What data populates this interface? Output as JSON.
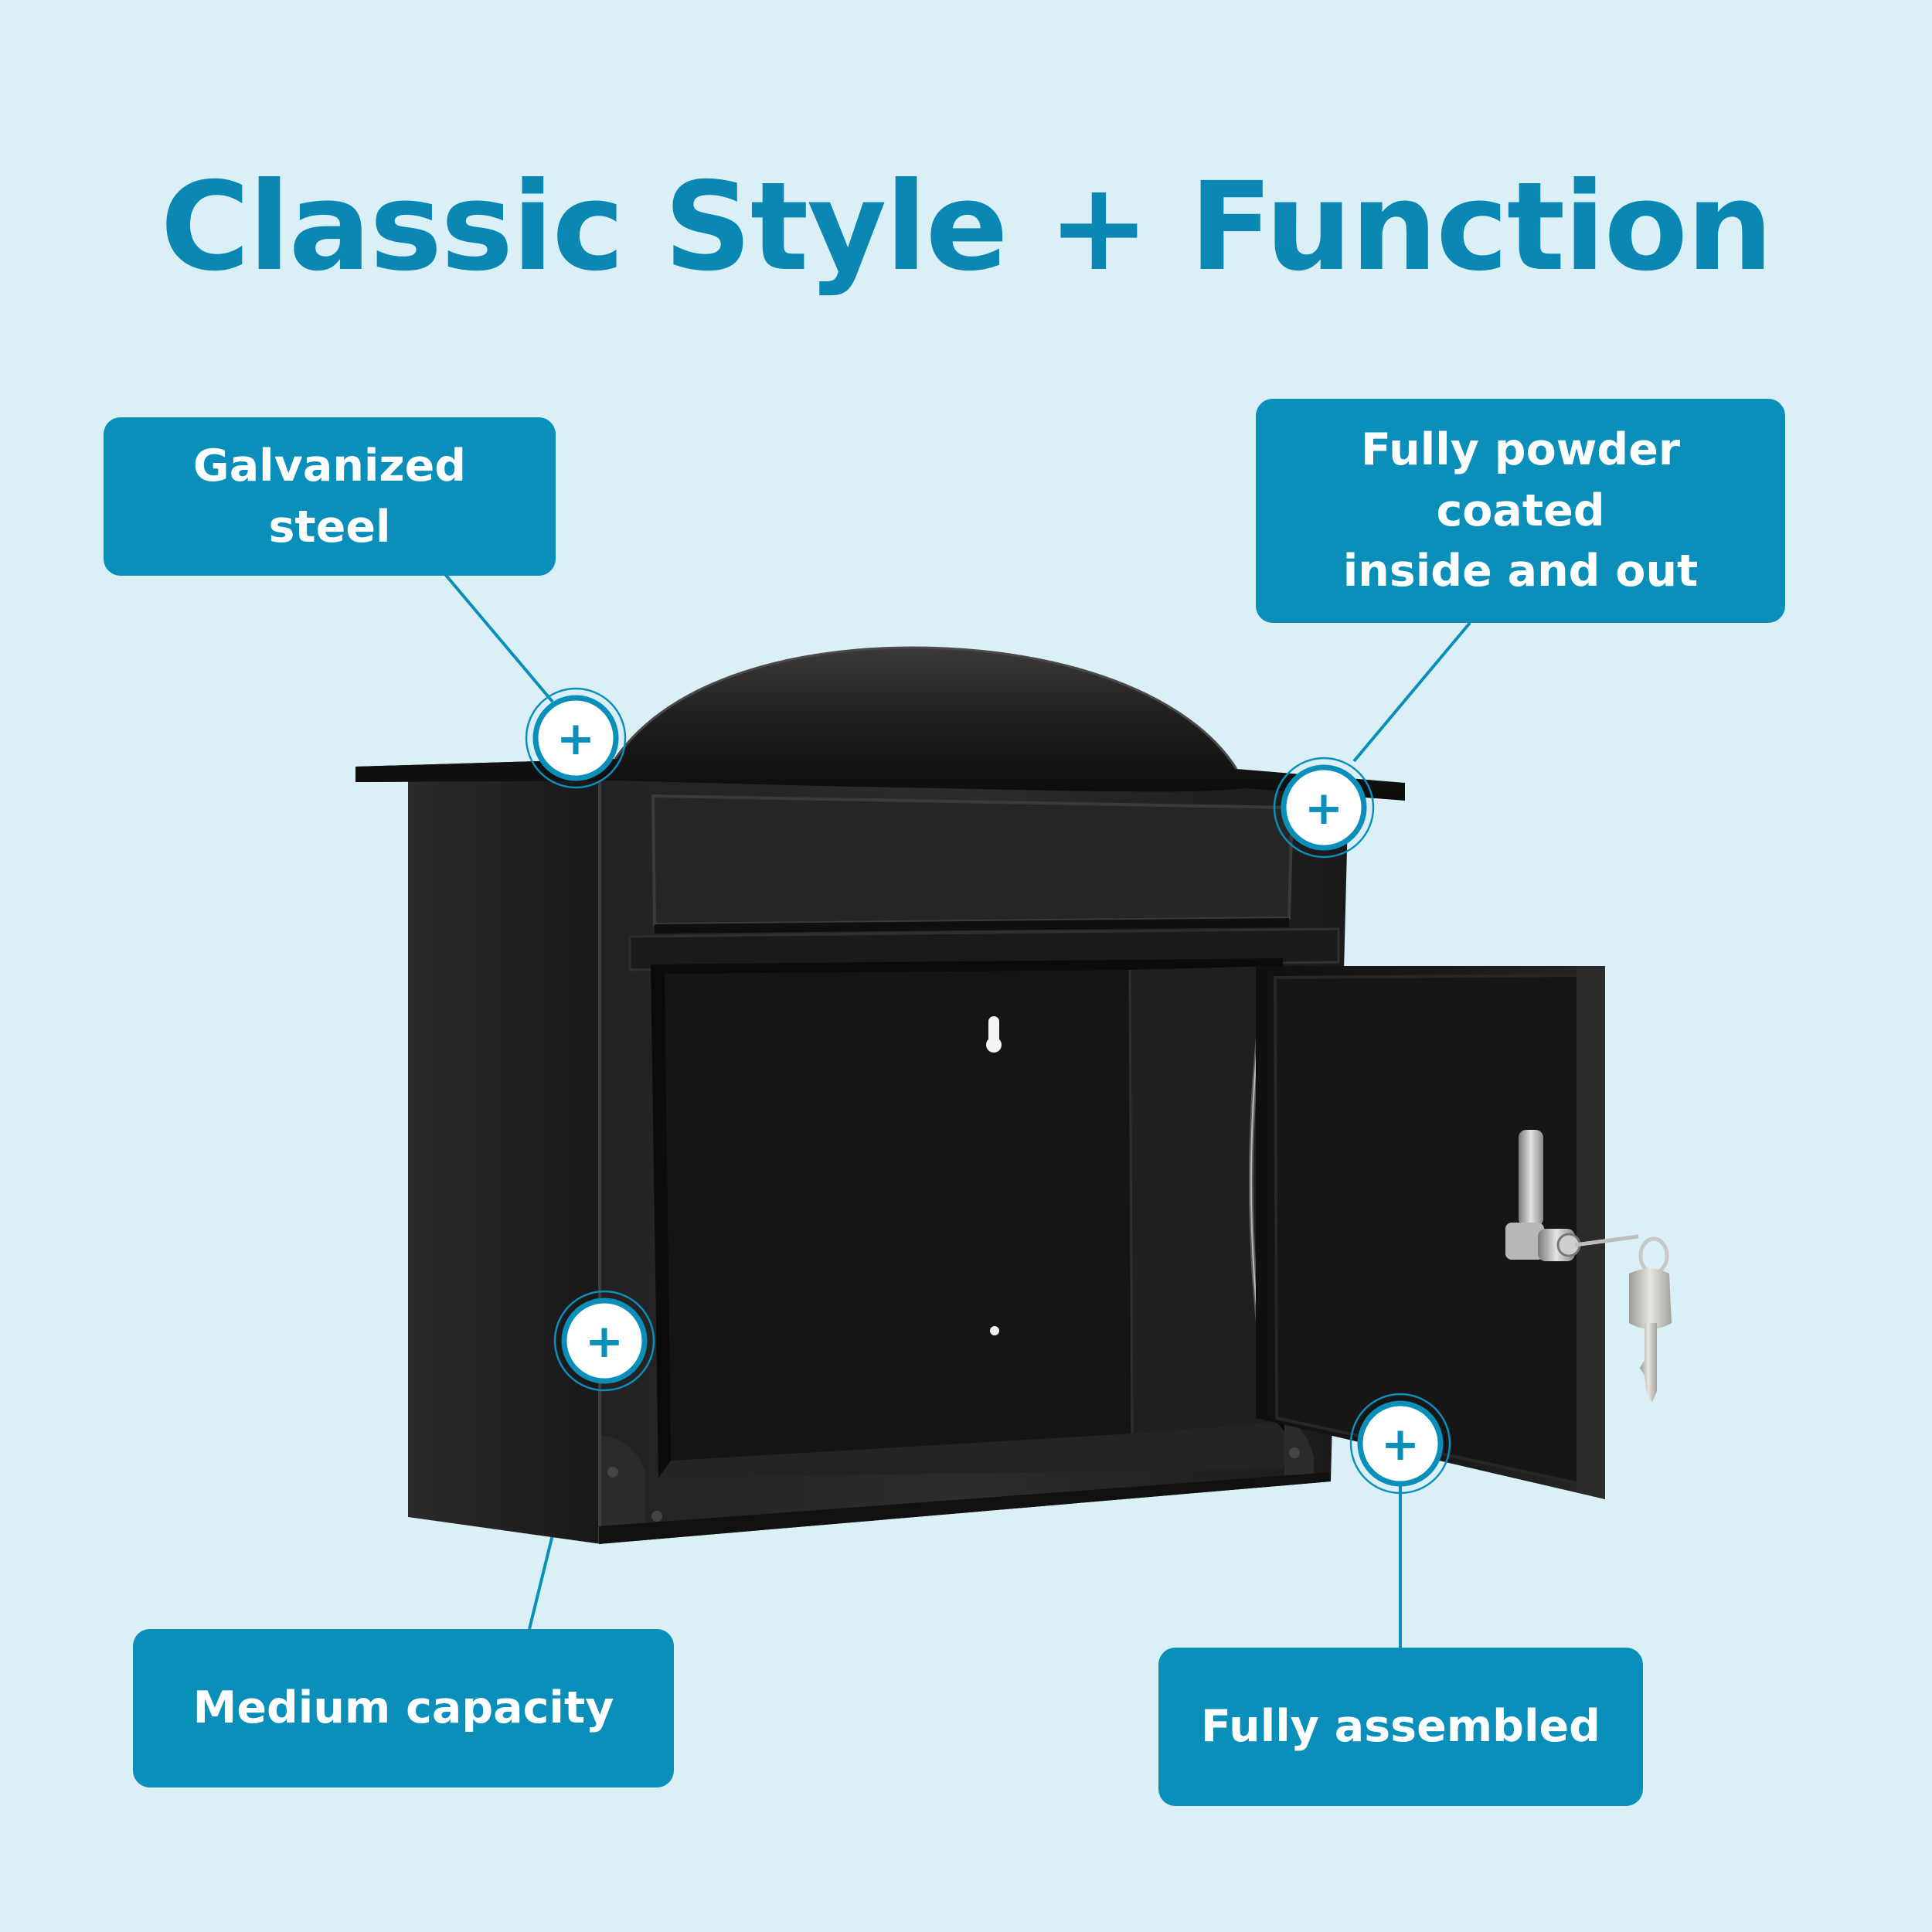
{
  "title": "Classic Style + Function",
  "callouts": {
    "galvanized": "Galvanized steel",
    "powder_coated": {
      "line1": "Fully powder coated",
      "line2": "inside and out"
    },
    "capacity": "Medium capacity",
    "assembled": "Fully assembled"
  },
  "markers": {
    "symbol": "+"
  },
  "colors": {
    "background": "#dbf0f6",
    "accent": "#0a8fbb",
    "title": "#0a87b2",
    "product": "#161616"
  }
}
